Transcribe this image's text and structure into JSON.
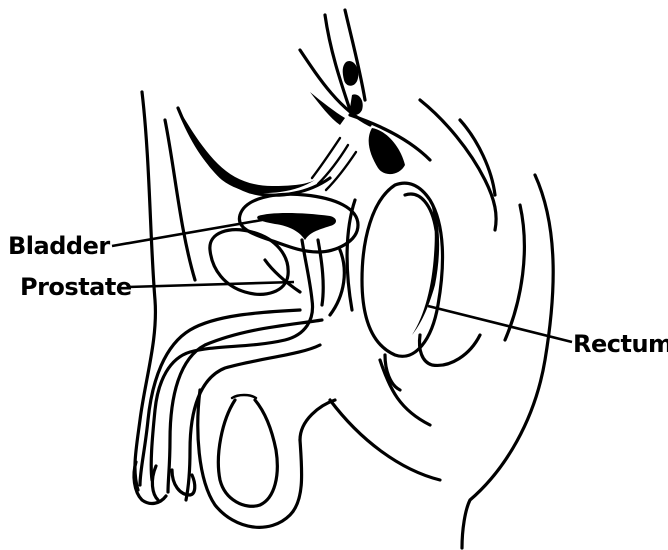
{
  "labels": {
    "bladder": "Bladder",
    "prostate": "Prostate",
    "rectum": "Rectum"
  },
  "colors": {
    "ink": "#000000",
    "background": "#ffffff"
  }
}
